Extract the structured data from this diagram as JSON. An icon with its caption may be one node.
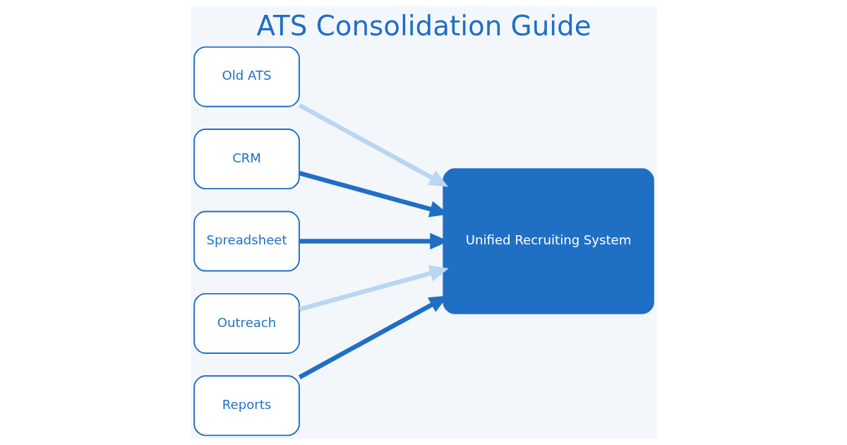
{
  "diagram": {
    "title": "ATS Consolidation Guide",
    "nodes": [
      {
        "text": [
          "Old ATS"
        ]
      },
      {
        "text": [
          "CRM"
        ]
      },
      {
        "text": [
          "Spreadsheet"
        ]
      },
      {
        "text": [
          "Outreach"
        ]
      },
      {
        "text": [
          "Reports"
        ]
      },
      {
        "text": [
          "Unified Recruiting System"
        ]
      }
    ],
    "edges": [
      {
        "from": 1,
        "to": 5,
        "arrow": "to"
      },
      {
        "from": 0,
        "to": 5,
        "arrow": "to",
        "color": "#b9d6f2"
      },
      {
        "from": 2,
        "to": 5,
        "arrow": "to"
      },
      {
        "from": 3,
        "to": 5,
        "arrow": "to",
        "color": "#b9d6f2"
      },
      {
        "from": 4,
        "to": 5,
        "arrow": "to"
      }
    ]
  }
}
